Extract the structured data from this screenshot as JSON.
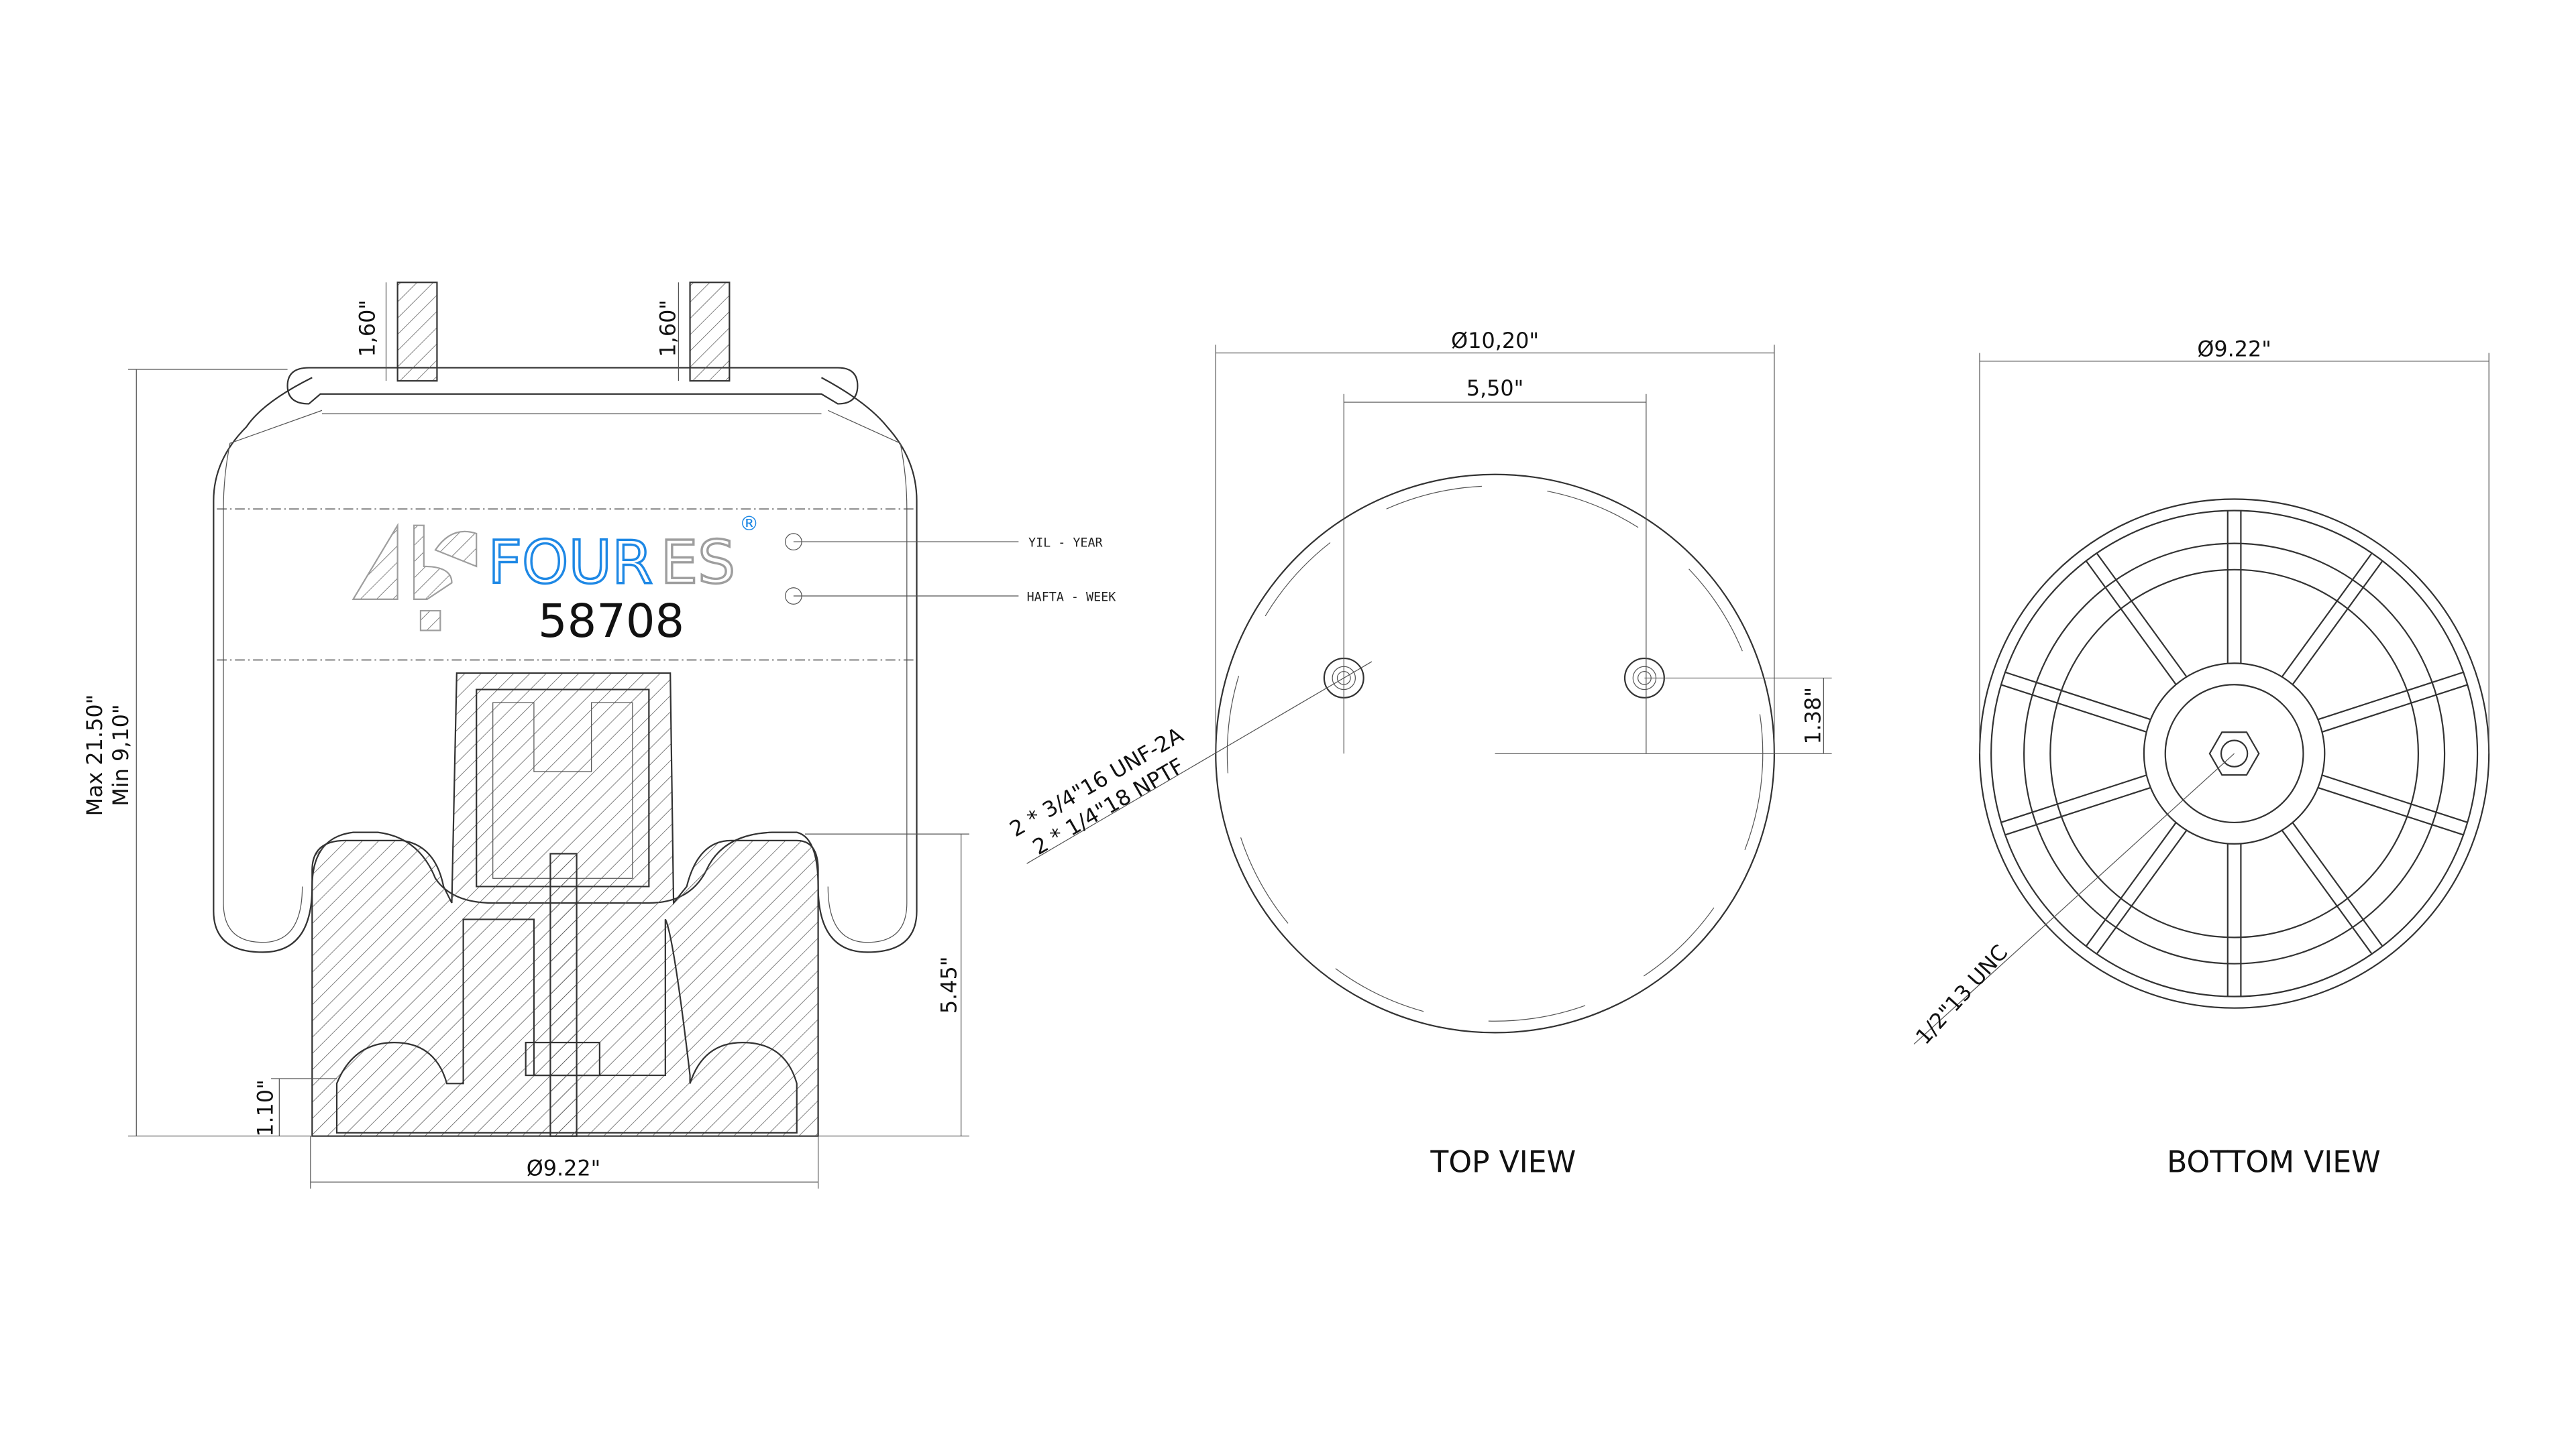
{
  "brand": {
    "part_number": "58708",
    "logo_text_blue": "FOUR",
    "logo_text_grey": "ES",
    "registered": "®",
    "blue": "#1e88e5",
    "grey": "#9e9e9e"
  },
  "side_view": {
    "height_dim_max": "Max 21.50\"",
    "height_dim_min": "Min 9,10\"",
    "stud_height_left": "1,60\"",
    "stud_height_right": "1,60\"",
    "piston_height": "5.45\"",
    "base_height": "1.10\"",
    "piston_diameter": "Ø9.22\"",
    "year_label": "YIL - YEAR",
    "week_label": "HAFTA - WEEK"
  },
  "top_view": {
    "title": "TOP VIEW",
    "diameter": "Ø10,20\"",
    "stud_spacing": "5,50\"",
    "offset": "1.38\"",
    "thread_1": "2 * 3/4\"16 UNF-2A",
    "thread_2": "2 * 1/4\"18 NPTF"
  },
  "bottom_view": {
    "title": "BOTTOM VIEW",
    "diameter": "Ø9.22\"",
    "thread": "1/2\"13 UNC"
  }
}
